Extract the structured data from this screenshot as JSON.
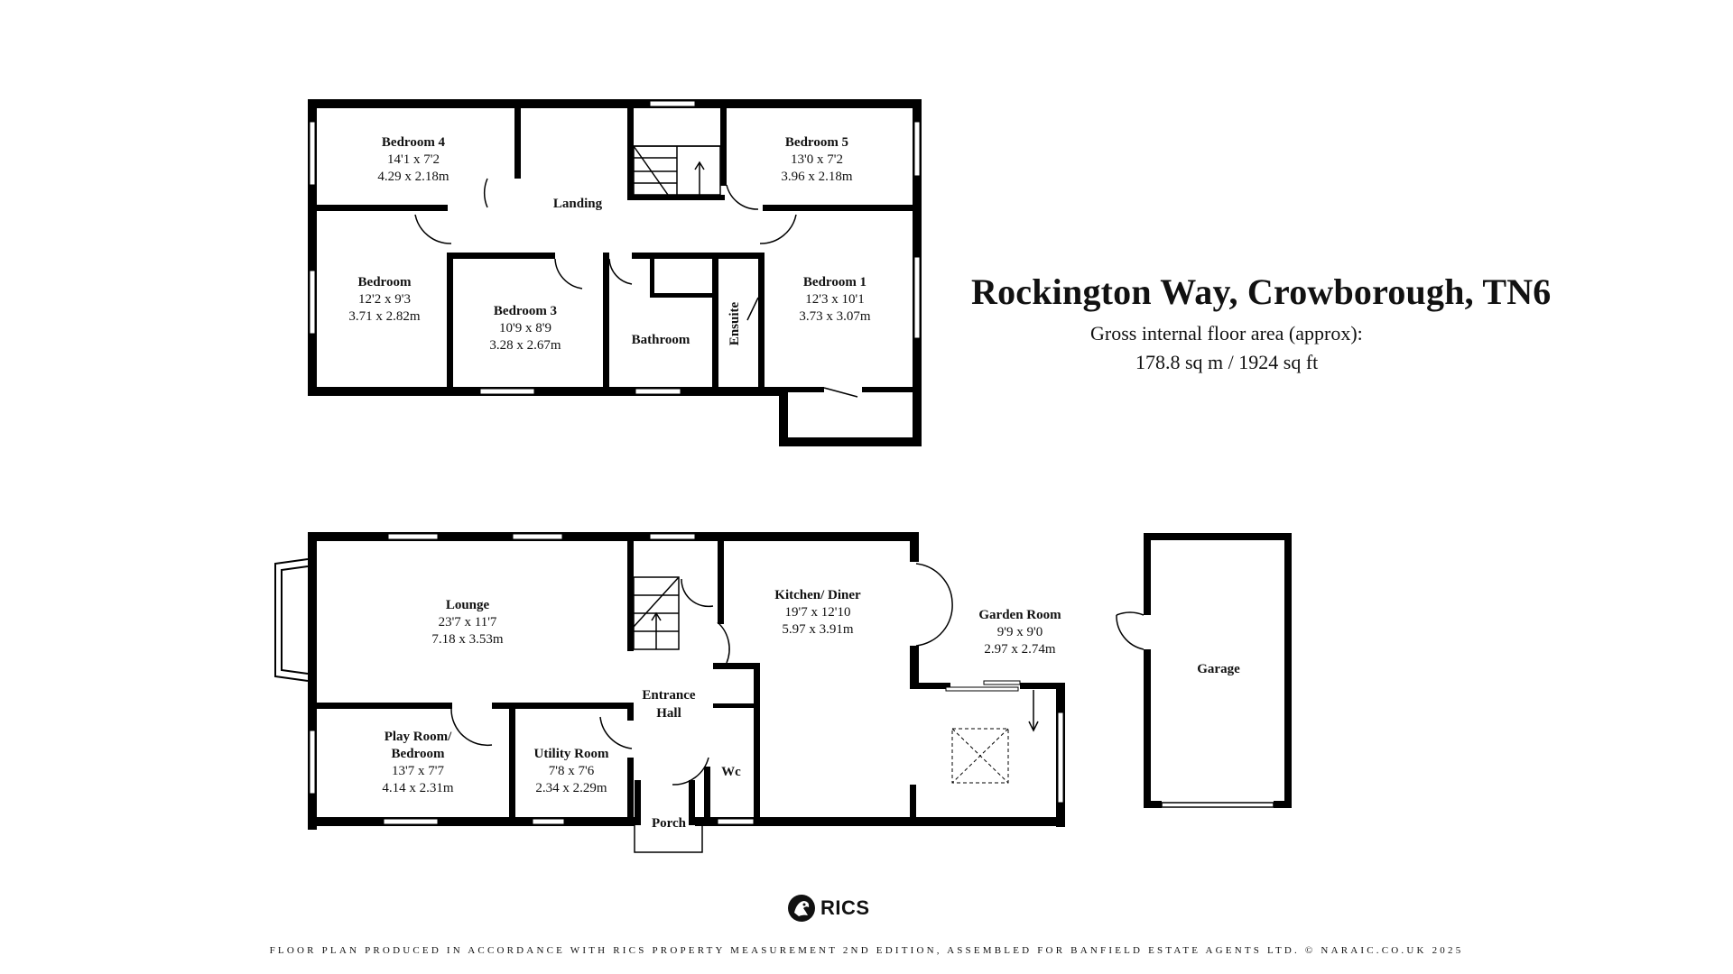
{
  "header": {
    "title": "Rockington Way, Crowborough, TN6",
    "subtitle": "Gross internal floor area (approx):",
    "area": "178.8 sq m / 1924 sq ft"
  },
  "upper_floor": {
    "rooms": [
      {
        "name": "Bedroom 4",
        "imperial": "14'1 x 7'2",
        "metric": "4.29 x 2.18m"
      },
      {
        "name": "Landing"
      },
      {
        "name": "Bedroom 5",
        "imperial": "13'0 x 7'2",
        "metric": "3.96 x 2.18m"
      },
      {
        "name": "Bedroom",
        "imperial": "12'2 x 9'3",
        "metric": "3.71 x 2.82m"
      },
      {
        "name": "Bedroom 3",
        "imperial": "10'9 x 8'9",
        "metric": "3.28 x 2.67m"
      },
      {
        "name": "Bathroom"
      },
      {
        "name": "Ensuite"
      },
      {
        "name": "Bedroom 1",
        "imperial": "12'3 x 10'1",
        "metric": "3.73 x 3.07m"
      }
    ]
  },
  "ground_floor": {
    "rooms": [
      {
        "name": "Lounge",
        "imperial": "23'7 x 11'7",
        "metric": "7.18 x 3.53m"
      },
      {
        "name": "Kitchen/ Diner",
        "imperial": "19'7 x 12'10",
        "metric": "5.97 x 3.91m"
      },
      {
        "name": "Garden Room",
        "imperial": "9'9 x 9'0",
        "metric": "2.97 x 2.74m"
      },
      {
        "name": "Entrance",
        "name2": "Hall"
      },
      {
        "name": "Play Room/",
        "name2": "Bedroom",
        "imperial": "13'7 x 7'7",
        "metric": "4.14 x 2.31m"
      },
      {
        "name": "Utility Room",
        "imperial": "7'8 x 7'6",
        "metric": "2.34 x 2.29m"
      },
      {
        "name": "Wc"
      },
      {
        "name": "Porch"
      }
    ]
  },
  "garage": {
    "name": "Garage"
  },
  "logo": {
    "text": "RICS",
    "icon": "rics-lion-icon"
  },
  "footer": {
    "text": "FLOOR PLAN PRODUCED IN ACCORDANCE WITH RICS PROPERTY MEASUREMENT 2ND EDITION, ASSEMBLED FOR BANFIELD ESTATE AGENTS LTD. © NARAIC.CO.UK 2025"
  },
  "colors": {
    "wall": "#000000",
    "background": "#ffffff",
    "window": "#ffffff"
  }
}
